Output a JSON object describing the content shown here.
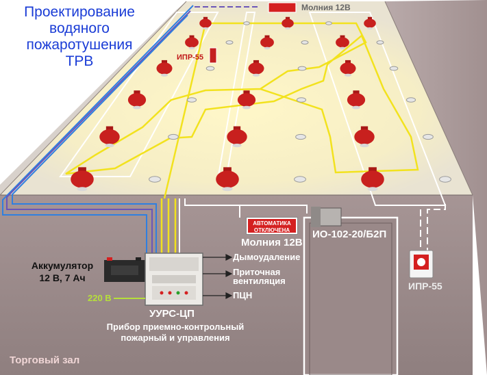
{
  "title": {
    "line1": "Проектирование",
    "line2": "водяного",
    "line3": "пожаротушения",
    "line4": "ТРВ"
  },
  "labels": {
    "molniya_top": "Молния 12В",
    "ipr_left": "ИПР-55",
    "molniya_main": "Молния 12В",
    "sign_line1": "АВТОМАТИКА",
    "sign_line2": "ОТКЛЮЧЕНА",
    "io": "ИО-102-20/Б2П",
    "ipr_right": "ИПР-55",
    "battery_line1": "Аккумулятор",
    "battery_line2": "12 В, 7 Ач",
    "voltage": "220 В",
    "out_smoke": "Дымоудаление",
    "out_vent_line1": "Приточная",
    "out_vent_line2": "вентиляция",
    "out_pcn": "ПЦН",
    "device_name": "УУРС-ЦП",
    "device_desc_line1": "Прибор приемно-контрольный",
    "device_desc_line2": "пожарный и управления",
    "zone": "Торговый зал"
  },
  "colors": {
    "title": "#1a3cd6",
    "wall": "#9b8a8a",
    "ceiling": "#f6f3ea",
    "yellow_wire": "#f2e21e",
    "blue_wire": "#2f7fe0",
    "purple_wire": "#6a55b8",
    "sprinkler": "#c8201e",
    "voltage": "#b6e03a"
  }
}
